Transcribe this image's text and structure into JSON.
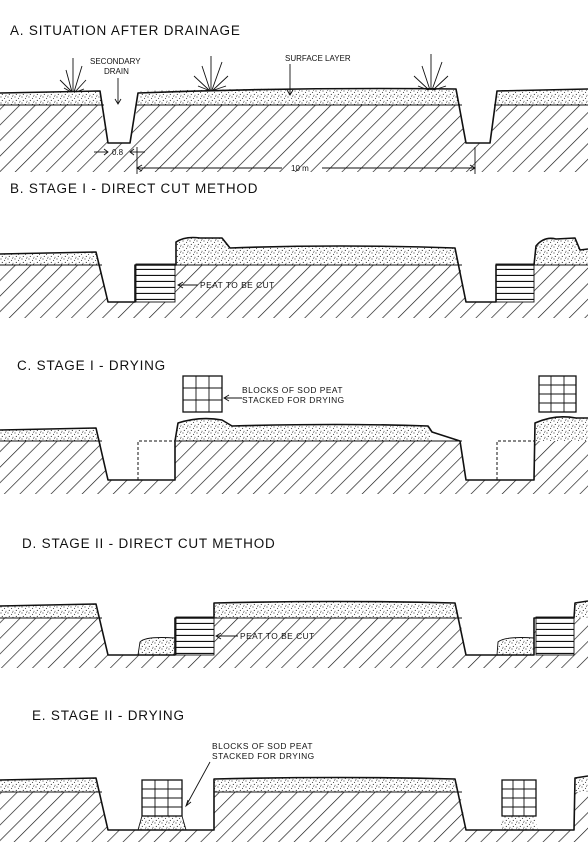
{
  "panels": {
    "a": {
      "title": "A. SITUATION AFTER DRAINAGE",
      "secondary_drain_line1": "SECONDARY",
      "secondary_drain_line2": "DRAIN",
      "surface_layer": "SURFACE LAYER",
      "drain_width": "0.8",
      "spacing": "10 m"
    },
    "b": {
      "title": "B. STAGE I - DIRECT CUT METHOD",
      "peat_label": "PEAT TO BE CUT"
    },
    "c": {
      "title": "C. STAGE I - DRYING",
      "blocks_line1": "BLOCKS OF SOD PEAT",
      "blocks_line2": "STACKED FOR DRYING"
    },
    "d": {
      "title": "D. STAGE II - DIRECT CUT METHOD",
      "peat_label": "PEAT TO BE CUT"
    },
    "e": {
      "title": "E. STAGE II - DRYING",
      "blocks_line1": "BLOCKS OF SOD PEAT",
      "blocks_line2": "STACKED FOR DRYING"
    }
  },
  "colors": {
    "ink": "#111111",
    "paper": "#ffffff"
  }
}
